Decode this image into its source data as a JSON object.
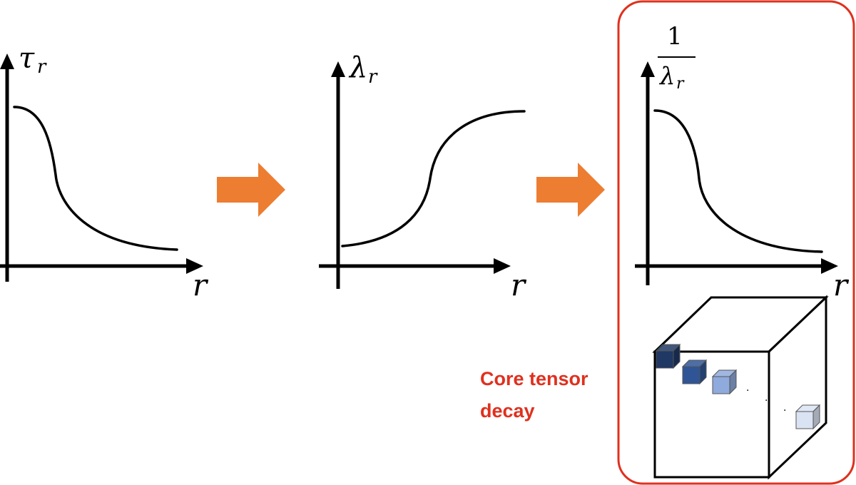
{
  "panels": [
    {
      "ylabel": "τ",
      "ylabel_sub": "r",
      "xlabel": "r",
      "curve": "decreasing"
    },
    {
      "ylabel": "λ",
      "ylabel_sub": "r",
      "xlabel": "r",
      "curve": "increasing"
    },
    {
      "ylabel_num": "1",
      "ylabel_den": "λ",
      "ylabel_den_sub": "r",
      "xlabel": "r",
      "curve": "decreasing",
      "highlighted": true
    }
  ],
  "arrows": [
    {
      "color": "#ed7d31"
    },
    {
      "color": "#ed7d31"
    }
  ],
  "highlight_box": {
    "color": "#e0301e"
  },
  "core_tensor": {
    "label_line1": "Core tensor",
    "label_line2": "decay",
    "sub_cube_colors": [
      "#1f3864",
      "#2f5597",
      "#8faadc",
      "#dae3f3"
    ],
    "ellipsis": "· · ·"
  }
}
